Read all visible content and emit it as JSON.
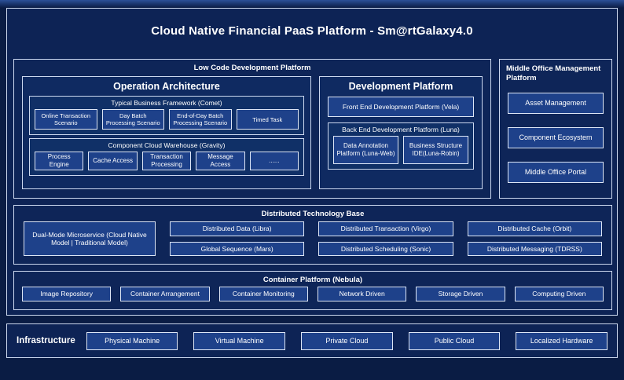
{
  "title": "Cloud Native Financial PaaS Platform - Sm@rtGalaxy4.0",
  "colors": {
    "background": "#0a1c44",
    "panel_fill": "#0e2558",
    "leaf_fill": "#1e418a",
    "border": "#ccd8ef",
    "text": "#ffffff"
  },
  "low_code": {
    "label": "Low Code Development Platform",
    "operation_architecture": {
      "label": "Operation Architecture",
      "comet": {
        "label": "Typical Business Framework (Comet)",
        "items": [
          "Online Transaction Scenario",
          "Day Batch Processing Scenario",
          "End-of-Day Batch Processing Scenario",
          "Timed Task"
        ]
      },
      "gravity": {
        "label": "Component Cloud Warehouse (Gravity)",
        "items": [
          "Process Engine",
          "Cache Access",
          "Transaction Processing",
          "Message Access",
          "......"
        ]
      }
    },
    "development_platform": {
      "label": "Development Platform",
      "front_end": "Front End Development Platform (Vela)",
      "back_end": {
        "label": "Back End Development Platform (Luna)",
        "items": [
          "Data Annotation Platform (Luna-Web)",
          "Business Structure IDE(Luna-Robin)"
        ]
      }
    }
  },
  "middle_office": {
    "label": "Middle Office Management Platform",
    "items": [
      "Asset Management",
      "Component Ecosystem",
      "Middle Office Portal"
    ]
  },
  "distributed": {
    "label": "Distributed Technology Base",
    "dual_mode": "Dual-Mode Microservice (Cloud Native Model | Traditional Model)",
    "row1": [
      "Distributed Data (Libra)",
      "Distributed Transaction (Virgo)",
      "Distributed Cache (Orbit)"
    ],
    "row2": [
      "Global Sequence (Mars)",
      "Distributed Scheduling (Sonic)",
      "Distributed Messaging (TDRSS)"
    ]
  },
  "container_platform": {
    "label": "Container Platform (Nebula)",
    "items": [
      "Image Repository",
      "Container Arrangement",
      "Container Monitoring",
      "Network Driven",
      "Storage Driven",
      "Computing Driven"
    ]
  },
  "infrastructure": {
    "label": "Infrastructure",
    "items": [
      "Physical Machine",
      "Virtual Machine",
      "Private Cloud",
      "Public Cloud",
      "Localized Hardware"
    ]
  }
}
